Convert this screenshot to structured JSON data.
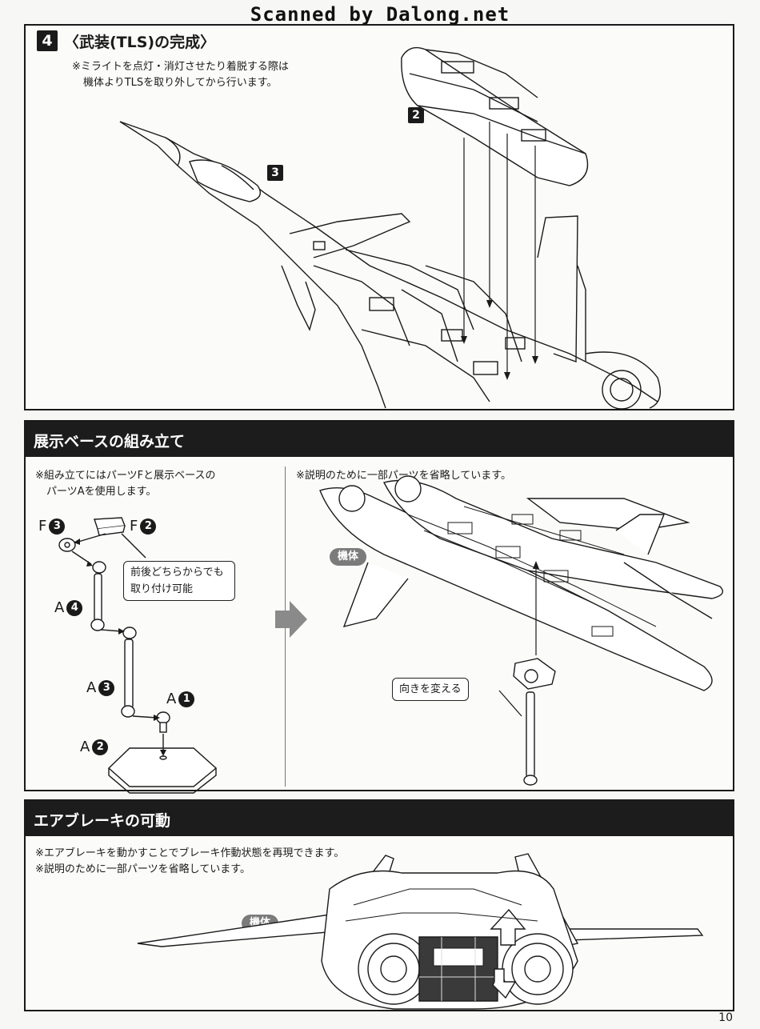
{
  "watermark": "Scanned by Dalong.net",
  "step4": {
    "number": "4",
    "title": "〈武装(TLS)の完成〉",
    "notes": [
      "※ミライトを点灯・消灯させたり着脱する際は",
      "機体よりTLSを取り外してから行います。"
    ],
    "labels": [
      "2",
      "3"
    ]
  },
  "base_section": {
    "header": "展示ベースの組み立て",
    "left_notes": [
      "※組み立てにはパーツFと展示ベースの",
      "パーツAを使用します。"
    ],
    "right_note": "※説明のために一部パーツを省略しています。",
    "callout": [
      "前後どちらからでも",
      "取り付け可能"
    ],
    "callout_direction": "向きを変える",
    "body_label": "機体",
    "parts": [
      {
        "letter": "F",
        "num": "3"
      },
      {
        "letter": "F",
        "num": "2"
      },
      {
        "letter": "A",
        "num": "4"
      },
      {
        "letter": "A",
        "num": "3"
      },
      {
        "letter": "A",
        "num": "1"
      },
      {
        "letter": "A",
        "num": "2"
      }
    ]
  },
  "brake_section": {
    "header": "エアブレーキの可動",
    "notes": [
      "※エアブレーキを動かすことでブレーキ作動状態を再現できます。",
      "※説明のために一部パーツを省略しています。"
    ],
    "body_label": "機体"
  },
  "page_number": "10"
}
